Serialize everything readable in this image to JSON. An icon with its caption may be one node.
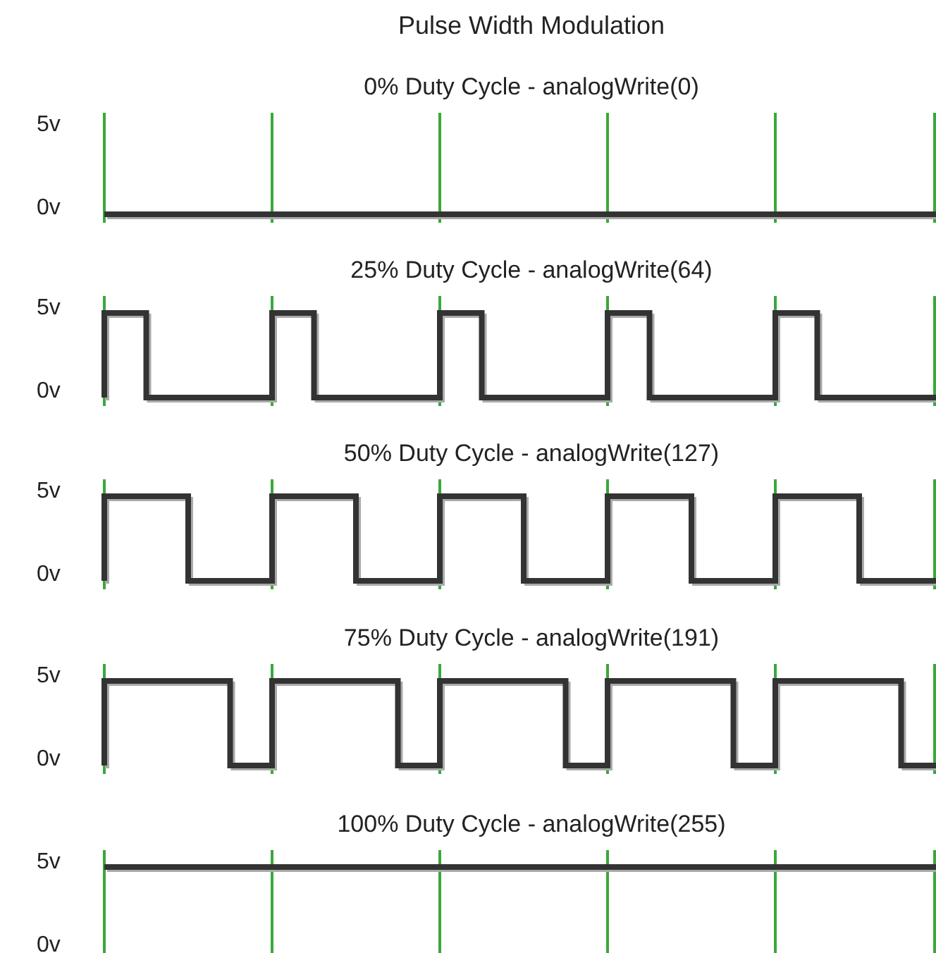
{
  "diagram": {
    "title": "Pulse Width Modulation",
    "labels": [
      "0% Duty Cycle - analogWrite(0)",
      "5v",
      "0v",
      "25% Duty Cycle - analogWrite(64)",
      "5v",
      "0v",
      "50% Duty Cycle - analogWrite(127)",
      "5v",
      "0v",
      "75% Duty Cycle - analogWrite(191)",
      "5v",
      "0v",
      "100% Duty Cycle - analogWrite(255)",
      "5v",
      "0v"
    ]
  }
}
